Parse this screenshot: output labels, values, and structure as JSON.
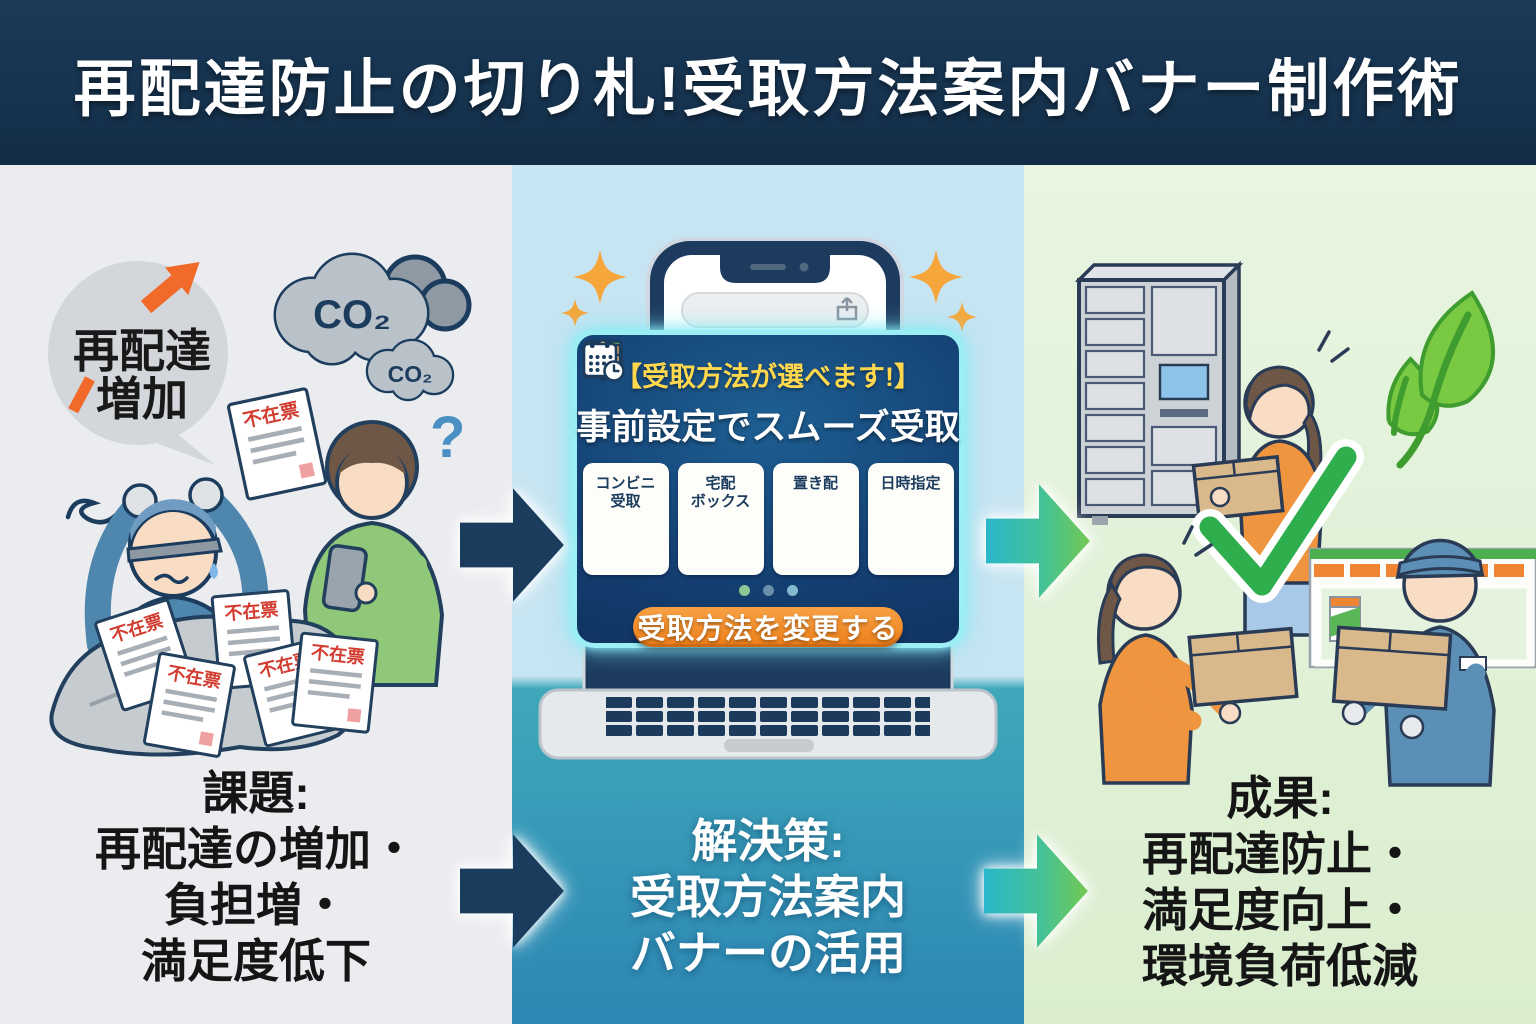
{
  "header": {
    "title": "再配達防止の切り札!受取方法案内バナー制作術"
  },
  "left": {
    "bubble_line1": "再配達",
    "bubble_line2": "増加",
    "co2_large": "CO₂",
    "co2_small": "CO₂",
    "slip_title": "不在票",
    "question": "?",
    "caption": [
      "課題:",
      "再配達の増加・",
      "負担増・",
      "満足度低下"
    ]
  },
  "middle": {
    "banner": {
      "headline": "【受取方法が選べます!】",
      "subheadline": "事前設定でスムーズ受取",
      "options": [
        {
          "icon": "store-icon",
          "label1": "コンビニ",
          "label2": "受取"
        },
        {
          "icon": "box-icon",
          "label1": "宅配",
          "label2": "ボックス"
        },
        {
          "icon": "okihai-box-icon",
          "label1": "置き配",
          "label2": ""
        },
        {
          "icon": "calendar-clock-icon",
          "label1": "日時指定",
          "label2": ""
        }
      ],
      "button_label": "受取方法を変更する"
    },
    "caption": [
      "解決策:",
      "受取方法案内",
      "バナーの活用"
    ]
  },
  "right": {
    "caption": [
      "成果:",
      "再配達防止・",
      "満足度向上・",
      "環境負荷低減"
    ]
  },
  "icons": [
    "up-arrow-icon",
    "co2-cloud-icon",
    "question-icon",
    "sparkle-icon",
    "share-icon",
    "store-icon",
    "box-icon",
    "okihai-box-icon",
    "calendar-clock-icon",
    "check-icon",
    "leaf-icon",
    "right-arrow-icon"
  ],
  "colors": {
    "header_bg": "#16334f",
    "arrow_navy": "#1c3c5e",
    "arrow_teal": "#29b7ca",
    "arrow_green": "#74c94e",
    "banner_border": "#9beef5",
    "banner_bg": "#143f72",
    "headline_yellow": "#ffd84e",
    "button_orange": "#ec7d18",
    "check_green": "#2fae4e",
    "left_bg": "#eaecef",
    "mid_sky": "#c6e4f1",
    "mid_sea": "#2d86b4",
    "right_bg": "#e2f2da",
    "slip_red": "#d23b2f"
  }
}
